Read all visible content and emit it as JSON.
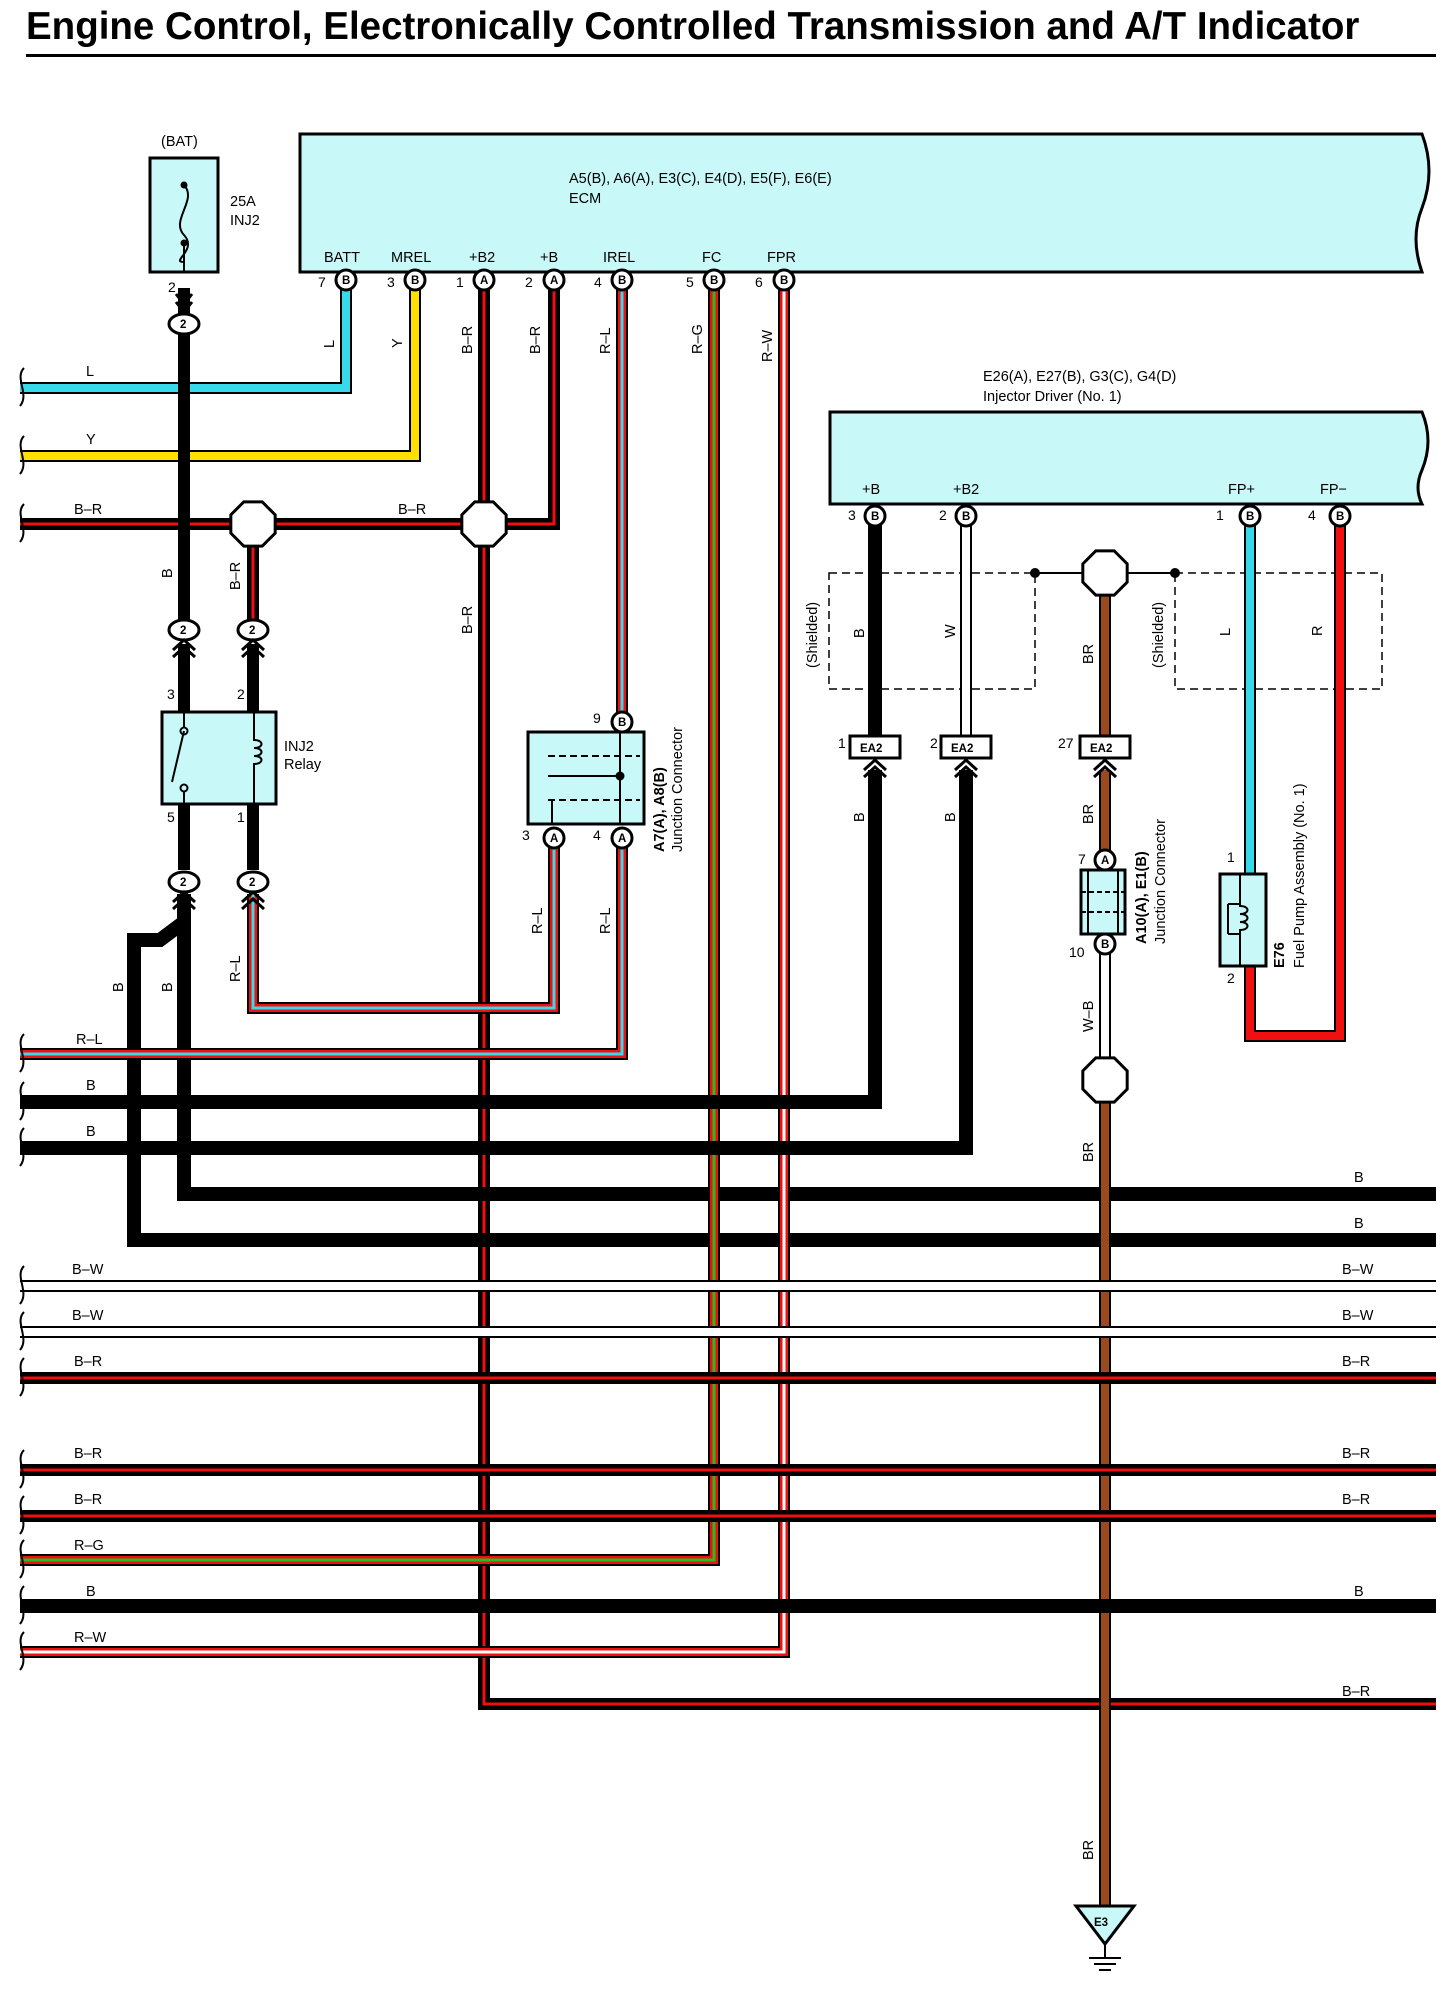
{
  "title": "Engine Control, Electronically Controlled Transmission and A/T Indicator",
  "colors": {
    "L": "#39d9ec",
    "Y": "#ffe000",
    "B": "#000000",
    "R": "#f01010",
    "G": "#20c020",
    "W": "#ffffff",
    "BR": "#9a4a1e",
    "module_fill": "#c8f8f8"
  },
  "icons": [
    "fuse-icon",
    "relay-icon",
    "ground-icon",
    "junction-connector-icon",
    "motor-coil-icon"
  ],
  "ecm": {
    "codes": "A5(B), A6(A), E3(C), E4(D), E5(F), E6(E)",
    "name": "ECM",
    "pins": [
      {
        "name": "BATT",
        "num": "7",
        "conn": "B",
        "wire": "L"
      },
      {
        "name": "MREL",
        "num": "3",
        "conn": "B",
        "wire": "Y"
      },
      {
        "name": "+B2",
        "num": "1",
        "conn": "A",
        "wire": "B–R"
      },
      {
        "name": "+B",
        "num": "2",
        "conn": "A",
        "wire": "B–R"
      },
      {
        "name": "IREL",
        "num": "4",
        "conn": "B",
        "wire": "R–L"
      },
      {
        "name": "FC",
        "num": "5",
        "conn": "B",
        "wire": "R–G"
      },
      {
        "name": "FPR",
        "num": "6",
        "conn": "B",
        "wire": "R–W"
      }
    ]
  },
  "fuse": {
    "supply": "(BAT)",
    "rating": "25A",
    "name": "INJ2",
    "pin": "2",
    "conn": "2"
  },
  "relay": {
    "name_1": "INJ2",
    "name_2": "Relay",
    "pins": [
      "3",
      "2",
      "5",
      "1"
    ],
    "conn": "2"
  },
  "junction_conn_1": {
    "codes": "A7(A), A8(B)",
    "name": "Junction Connector",
    "pins": [
      "9",
      "3",
      "4"
    ],
    "conns": [
      "B",
      "A",
      "A"
    ]
  },
  "injector": {
    "codes": "E26(A), E27(B), G3(C), G4(D)",
    "name": "Injector Driver (No. 1)",
    "pins": [
      {
        "name": "+B",
        "num": "3",
        "conn": "B",
        "wire": "B"
      },
      {
        "name": "+B2",
        "num": "2",
        "conn": "B",
        "wire": "W"
      },
      {
        "name": "FP+",
        "num": "1",
        "conn": "B",
        "wire": "L"
      },
      {
        "name": "FP−",
        "num": "4",
        "conn": "B",
        "wire": "R"
      }
    ]
  },
  "shielded": "(Shielded)",
  "ea2": {
    "label": "EA2",
    "pins": [
      "1",
      "2",
      "27"
    ]
  },
  "junction_conn_2": {
    "codes": "A10(A), E1(B)",
    "name": "Junction Connector",
    "pins": [
      "7",
      "10"
    ],
    "conns": [
      "A",
      "B"
    ]
  },
  "fuel_pump": {
    "code": "E76",
    "name": "Fuel Pump Assembly (No. 1)",
    "pins": [
      "1",
      "2"
    ]
  },
  "ground": {
    "label": "E3"
  },
  "wire_labels": {
    "L": "L",
    "Y": "Y",
    "B": "B",
    "W": "W",
    "R": "R",
    "BR": "BR",
    "BR_dash": "B–R",
    "RL": "R–L",
    "RG": "R–G",
    "RW": "R–W",
    "BW": "B–W",
    "WB": "W–B"
  },
  "bus_left": [
    "L",
    "Y",
    "B–R",
    "R–L",
    "B",
    "B",
    "B–W",
    "B–W",
    "B–R",
    "B–R",
    "B–R",
    "R–G",
    "B",
    "R–W"
  ],
  "bus_right": [
    "B",
    "B",
    "B–W",
    "B–W",
    "B–R",
    "B–R",
    "B–R",
    "B",
    "B–R"
  ]
}
